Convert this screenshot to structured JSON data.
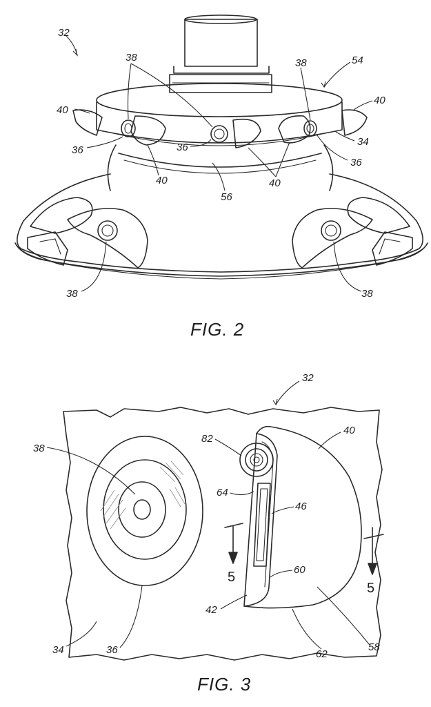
{
  "fig2": {
    "caption": "FIG. 2",
    "labels": {
      "assembly": "32",
      "top_plate": "54",
      "ring_band": "34",
      "lower_seam": "56",
      "cap_left": "40",
      "cap_right": "40",
      "cap_front_left": "40",
      "cap_front_right": "40",
      "button_left": "36",
      "button_center": "36",
      "button_right": "36",
      "light_top_left": "38",
      "light_top_right": "38",
      "light_bottom_left": "38",
      "light_bottom_right": "38"
    }
  },
  "fig3": {
    "caption": "FIG. 3",
    "section_marker": "5",
    "labels": {
      "assembly": "32",
      "light": "38",
      "cap": "40",
      "indicator": "82",
      "slot_edge": "64",
      "slot": "46",
      "pivot_edge": "60",
      "hinge": "42",
      "button": "36",
      "surface": "34",
      "lower_edge": "62",
      "cap_face": "58"
    }
  }
}
